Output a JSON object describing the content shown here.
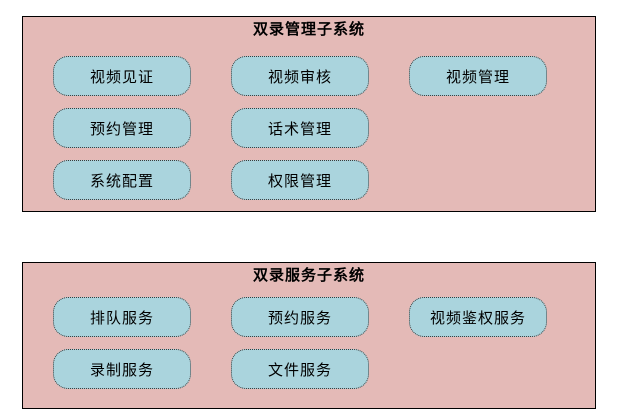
{
  "colors": {
    "page_bg": "#ffffff",
    "box_fill": "#e4bab7",
    "box_border": "#000000",
    "node_fill": "#aad4dd",
    "node_border": "#3a3a3a",
    "text_color": "#000000"
  },
  "subsystems": [
    {
      "title": "双录管理子系统",
      "nodes": [
        {
          "label": "视频见证"
        },
        {
          "label": "视频审核"
        },
        {
          "label": "视频管理"
        },
        {
          "label": "预约管理"
        },
        {
          "label": "话术管理"
        },
        {
          "label": "系统配置"
        },
        {
          "label": "权限管理"
        }
      ]
    },
    {
      "title": "双录服务子系统",
      "nodes": [
        {
          "label": "排队服务"
        },
        {
          "label": "预约服务"
        },
        {
          "label": "视频鉴权服务"
        },
        {
          "label": "录制服务"
        },
        {
          "label": "文件服务"
        }
      ]
    }
  ]
}
